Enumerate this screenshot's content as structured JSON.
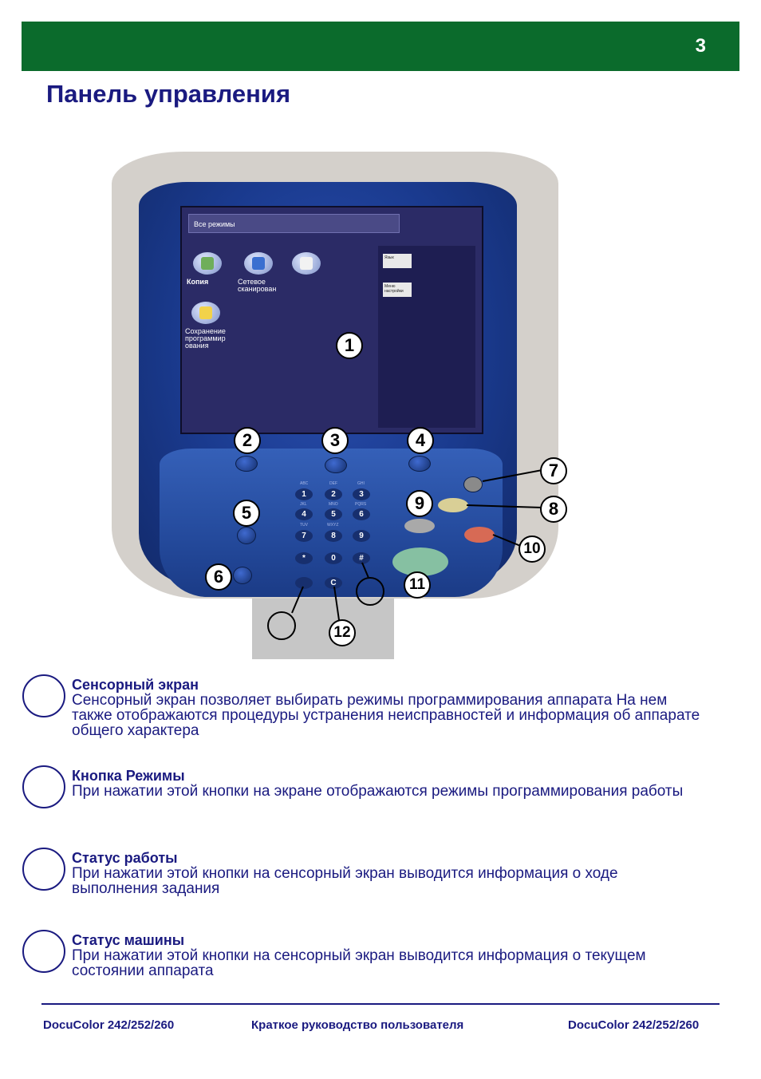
{
  "header": {
    "page_number": "3"
  },
  "title": "Панель управления",
  "screen": {
    "tab_label": "Все режимы",
    "apps": [
      {
        "label": "Копия",
        "icon": "copy-icon"
      },
      {
        "label": "Сетевое сканирован",
        "icon": "network-scan-icon"
      },
      {
        "label": "",
        "icon": "email-icon"
      },
      {
        "label": "Сохранение программир ования",
        "icon": "folder-icon"
      }
    ],
    "side_buttons": [
      "Язык",
      "Меню настройки"
    ]
  },
  "keypad": {
    "keys": [
      "1",
      "2",
      "3",
      "4",
      "5",
      "6",
      "7",
      "8",
      "9",
      "*",
      "0",
      "#",
      "C"
    ],
    "letters": [
      "ABC",
      "DEF",
      "GHI",
      "JKL",
      "MNO",
      "PQRS",
      "TUV",
      "WXYZ"
    ]
  },
  "callouts": [
    "1",
    "2",
    "3",
    "4",
    "5",
    "6",
    "7",
    "8",
    "9",
    "10",
    "11",
    "12"
  ],
  "items": [
    {
      "title": "Сенсорный экран",
      "text": "Сенсорный экран позволяет выбирать режимы программирования аппарата  На нем также отображаются процедуры устранения неисправностей и информация об аппарате общего характера"
    },
    {
      "title": "Кнопка Режимы",
      "text": "При нажатии этой кнопки на экране отображаются режимы программирования работы"
    },
    {
      "title": "Статус работы",
      "text": "При нажатии этой кнопки на сенсорный экран выводится информация о ходе выполнения задания"
    },
    {
      "title": "Статус машины",
      "text": "При нажатии этой кнопки на сенсорный экран выводится информация о текущем состоянии аппарата"
    }
  ],
  "footer": {
    "left": "DocuColor 242/252/260",
    "center": "Краткое руководство пользователя",
    "right": "DocuColor 242/252/260"
  }
}
